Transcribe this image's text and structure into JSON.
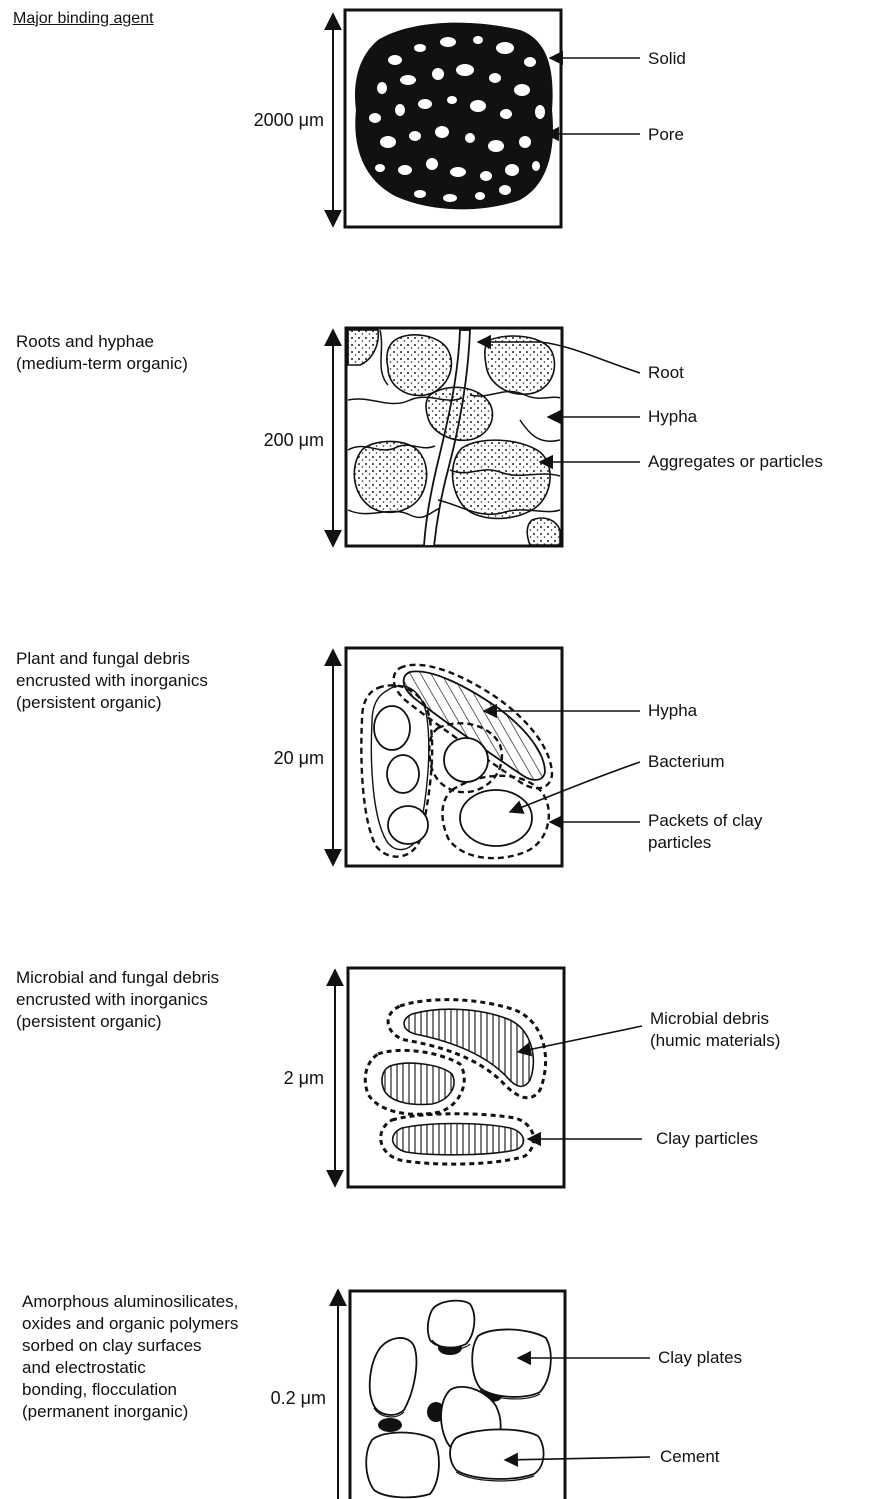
{
  "header": {
    "title": "Major binding agent"
  },
  "panels": [
    {
      "id": "p1",
      "description": "",
      "scale": "2000 μm",
      "labels": [
        "Solid",
        "Pore"
      ]
    },
    {
      "id": "p2",
      "description": "Roots and hyphae\n(medium-term organic)",
      "scale": "200 μm",
      "labels": [
        "Root",
        "Hypha",
        "Aggregates or particles"
      ]
    },
    {
      "id": "p3",
      "description": "Plant and fungal debris\nencrusted with inorganics\n(persistent organic)",
      "scale": "20 μm",
      "labels": [
        "Hypha",
        "Bacterium",
        "Packets of clay\nparticles"
      ]
    },
    {
      "id": "p4",
      "description": "Microbial and fungal debris\nencrusted with inorganics\n(persistent organic)",
      "scale": "2 μm",
      "labels": [
        "Microbial debris\n(humic materials)",
        "Clay particles"
      ]
    },
    {
      "id": "p5",
      "description": "Amorphous aluminosilicates,\noxides and organic polymers\nsorbed on clay surfaces\nand electrostatic\nbonding, flocculation\n(permanent inorganic)",
      "scale": "0.2 μm",
      "labels": [
        "Clay plates",
        "Cement"
      ]
    }
  ]
}
